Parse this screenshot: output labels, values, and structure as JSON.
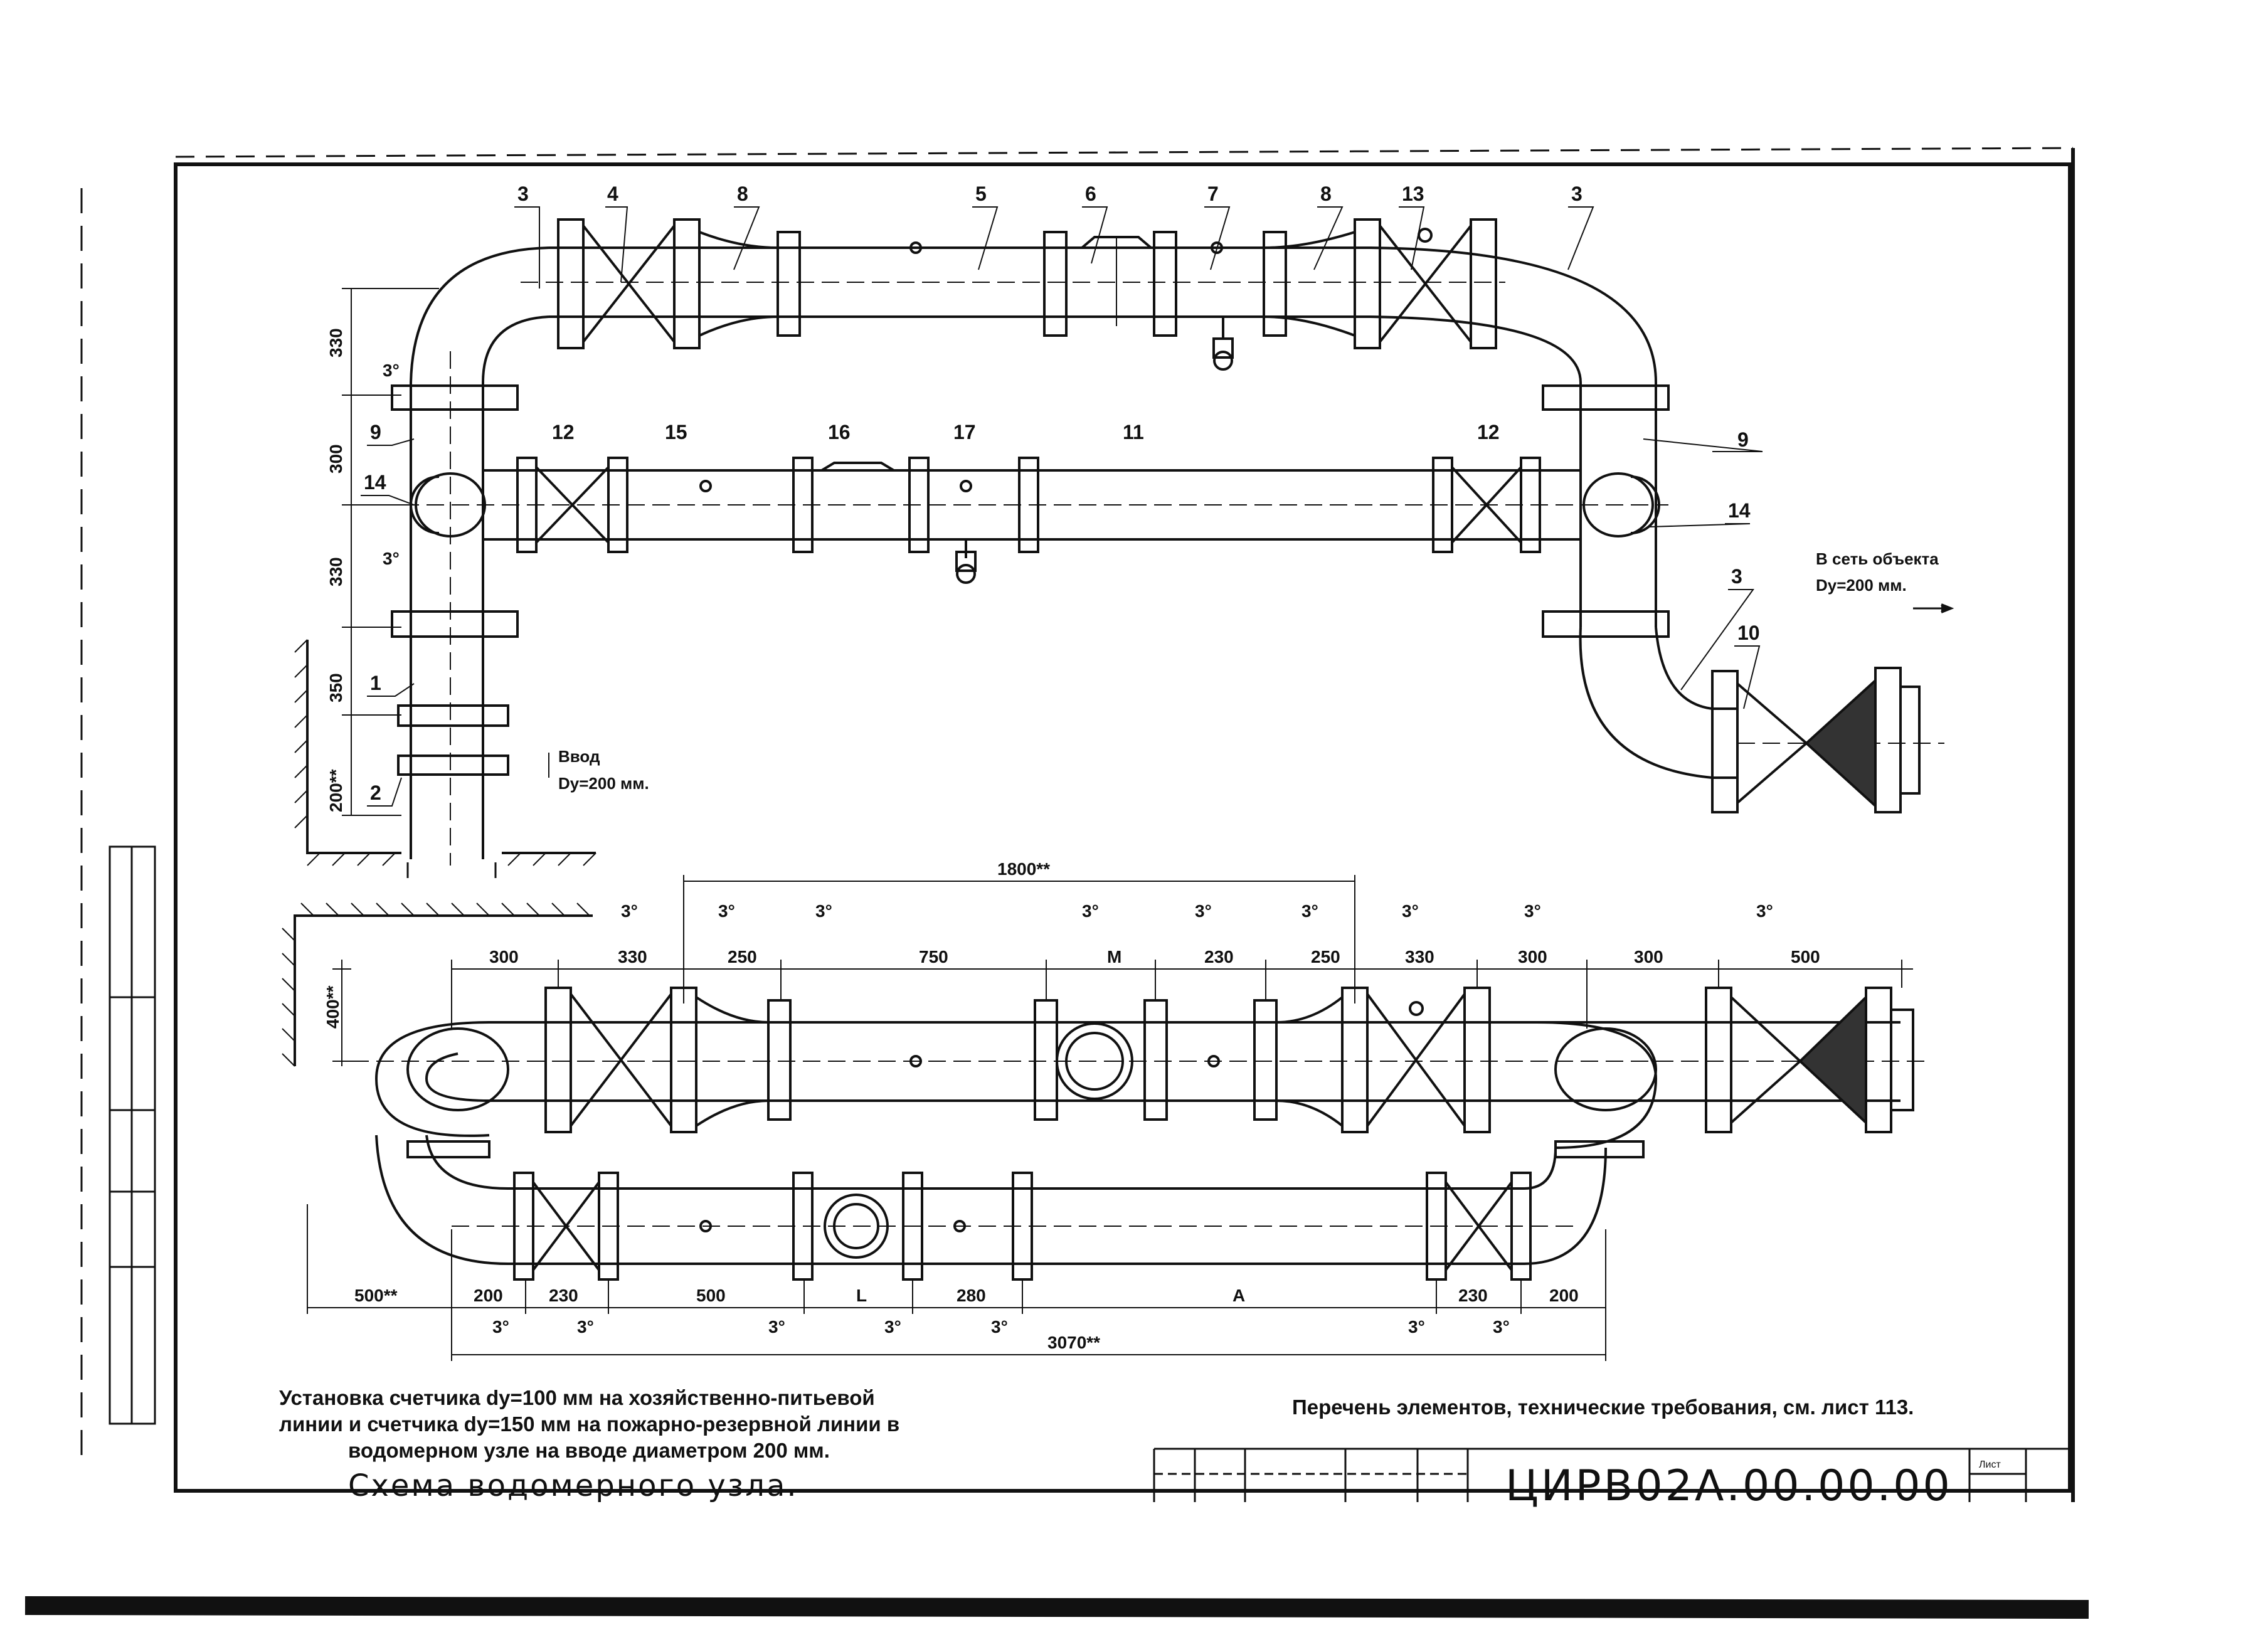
{
  "top_view": {
    "callouts": [
      "3",
      "4",
      "8",
      "5",
      "6",
      "7",
      "8",
      "13",
      "3",
      "9",
      "12",
      "15",
      "16",
      "17",
      "11",
      "12",
      "9",
      "14",
      "14",
      "3",
      "10",
      "1",
      "2"
    ],
    "dims_vertical": [
      "330",
      "300",
      "330",
      "350",
      "200**"
    ],
    "angle_marks": [
      "3°",
      "3°"
    ],
    "inlet_label_line1": "Ввод",
    "inlet_label_line2": "Dy=200 мм.",
    "outlet_label_line1": "В сеть объекта",
    "outlet_label_line2": "Dy=200 мм."
  },
  "plan_view": {
    "dim_overall_top": "1800**",
    "dims_top": [
      "300",
      "330",
      "250",
      "750",
      "M",
      "230",
      "250",
      "330",
      "300",
      "300",
      "500"
    ],
    "angle_marks_top": [
      "3°",
      "3°",
      "3°",
      "3°",
      "3°",
      "3°",
      "3°",
      "3°",
      "3°"
    ],
    "dim_left_vertical": "400**",
    "dims_bottom": [
      "500**",
      "200",
      "230",
      "500",
      "L",
      "280",
      "A",
      "230",
      "200"
    ],
    "angle_marks_bottom": [
      "3°",
      "3°",
      "3°",
      "3°",
      "3°",
      "3°",
      "3°"
    ],
    "dim_overall_bottom": "3070**"
  },
  "caption": {
    "line1": "Установка счетчика dy=100 мм на хозяйственно-питьевой",
    "line2": "линии и счетчика dy=150 мм на пожарно-резервной линии в",
    "line3": "водомерном узле на вводе диаметром 200 мм.",
    "title": "Схема водомерного узла."
  },
  "note": "Перечень элементов, технические требования, см. лист 113.",
  "title_block": {
    "code": "ЦИРВ02А.00.00.00",
    "sheet_label": "Лист"
  }
}
